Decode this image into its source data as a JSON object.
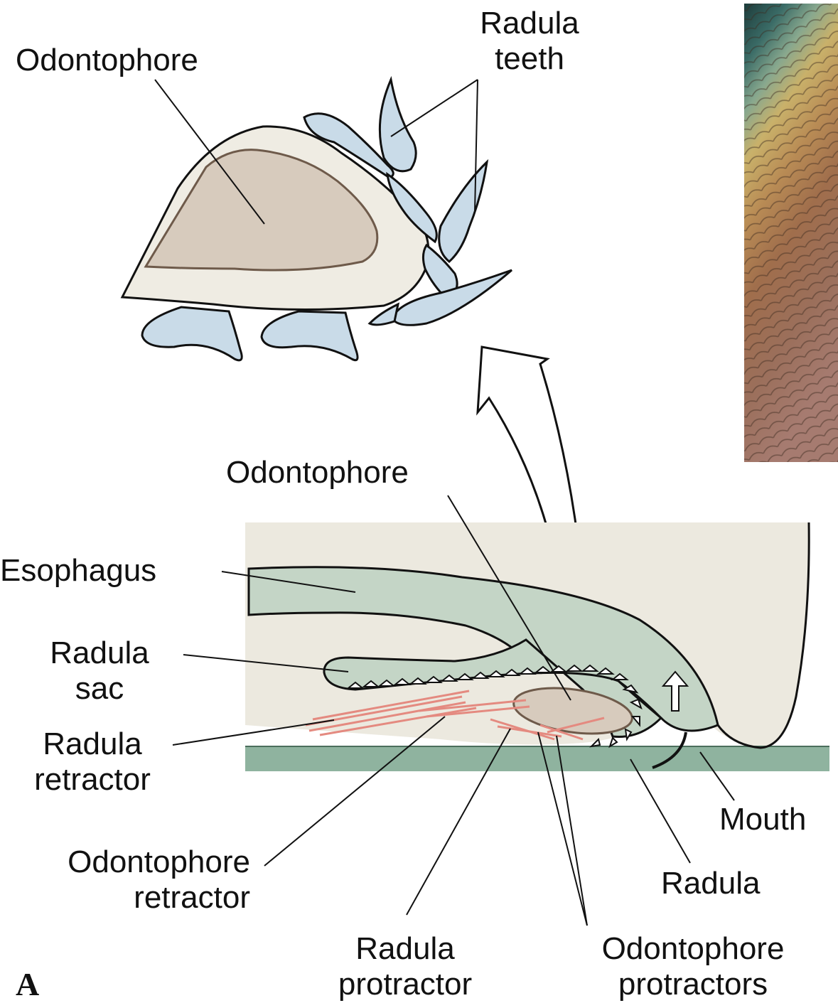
{
  "labels": {
    "odontophore_top": "Odontophore",
    "radula_teeth_1": "Radula",
    "radula_teeth_2": "teeth",
    "odontophore_bottom": "Odontophore",
    "esophagus": "Esophagus",
    "radula_sac_1": "Radula",
    "radula_sac_2": "sac",
    "radula_retractor_1": "Radula",
    "radula_retractor_2": "retractor",
    "odontophore_retractor_1": "Odontophore",
    "odontophore_retractor_2": "retractor",
    "mouth": "Mouth",
    "radula": "Radula",
    "radula_protractor_1": "Radula",
    "radula_protractor_2": "protractor",
    "odontophore_protractors_1": "Odontophore",
    "odontophore_protractors_2": "protractors"
  },
  "panel_letter": "A",
  "colors": {
    "body_tissue": "#ece9df",
    "esophagus": "#c4d5c6",
    "substrate": "#8fb39f",
    "odontophore": "#d7cbbd",
    "cartilage_cap": "#efece3",
    "teeth": "#c9dbe8",
    "muscle": "#e48a80"
  }
}
